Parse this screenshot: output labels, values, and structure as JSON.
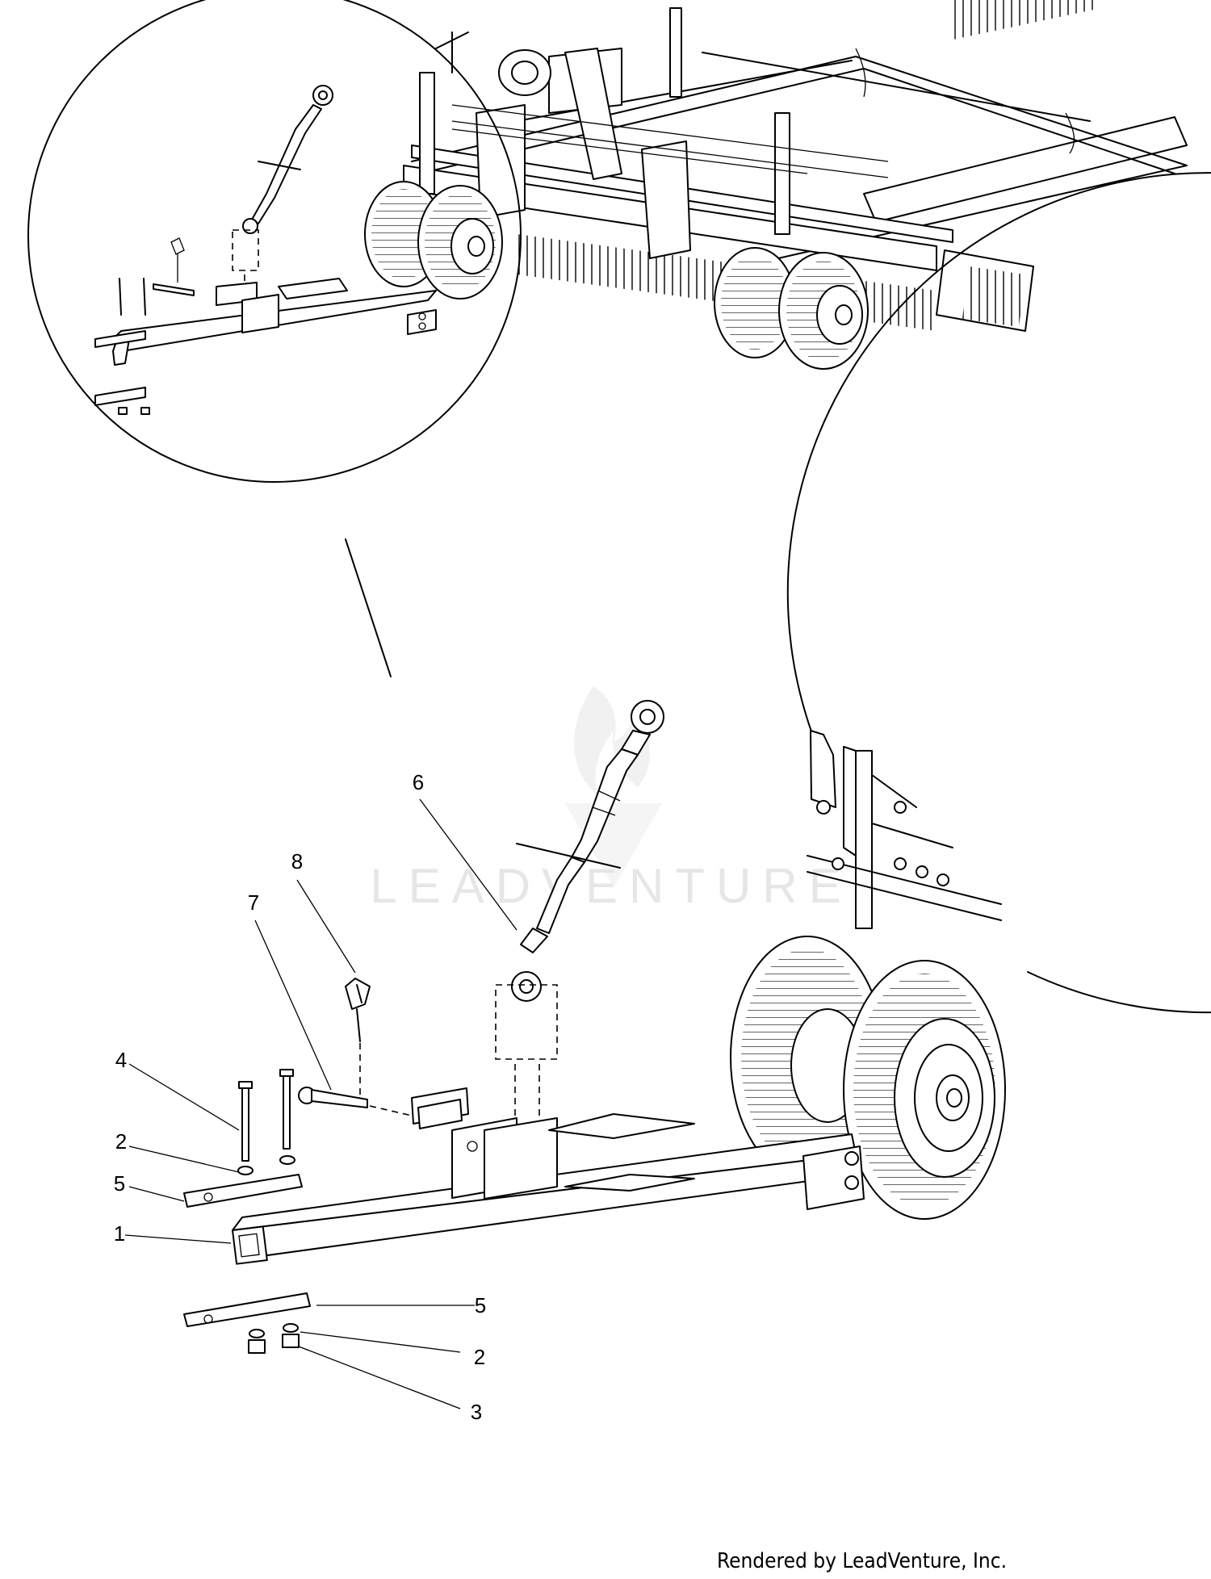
{
  "watermark": {
    "text": "LEADVENTURE"
  },
  "callouts": [
    {
      "id": "c6",
      "text": "6"
    },
    {
      "id": "c8",
      "text": "8"
    },
    {
      "id": "c7",
      "text": "7"
    },
    {
      "id": "c4",
      "text": "4"
    },
    {
      "id": "c2a",
      "text": "2"
    },
    {
      "id": "c5a",
      "text": "5"
    },
    {
      "id": "c1",
      "text": "1"
    },
    {
      "id": "c5b",
      "text": "5"
    },
    {
      "id": "c2b",
      "text": "2"
    },
    {
      "id": "c3",
      "text": "3"
    }
  ],
  "footer": {
    "text": "Rendered by LeadVenture, Inc."
  }
}
